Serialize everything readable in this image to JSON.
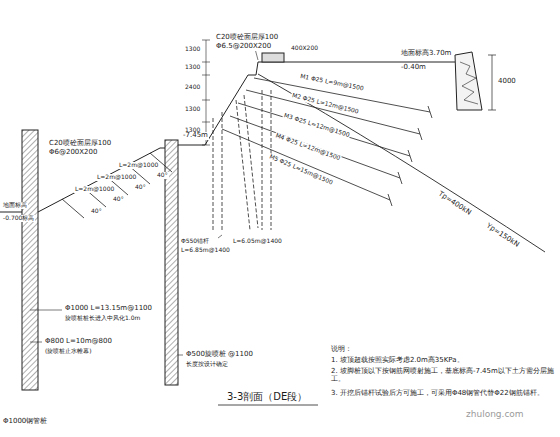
{
  "diagram": {
    "title": "3-3剖面（DE段）",
    "labels": [
      "C20喷砼面层厚100",
      "Φ6.5@200X200",
      "400X200",
      "地面标高3.70m",
      "-0.40m",
      "4000",
      "1300",
      "1300",
      "2400",
      "1300",
      "1300",
      "-7.45m",
      "M1 Φ25 L=9m@1500",
      "M2 Φ25 L=12m@1500",
      "M3 Φ25 L=12m@1500",
      "M4 Φ25 L=12m@1500",
      "M5 Φ25 L=15m@1500",
      "Tp=400kN",
      "Yp=150kN",
      "C20喷砼面层厚100",
      "Φ6@200X200",
      "40°",
      "L=2m@1000",
      "40°",
      "L=2m@1000",
      "40°",
      "L=2m@1000",
      "40°",
      "Φ1000 L=13.15m@1100",
      "旋喷桩桩长进入中风化1.0m",
      "Φ800 L=10m@800",
      "(旋喷桩止水帷幕)",
      "Φ500旋喷桩 @1100",
      "长度按设计确定",
      "Φ550锚杆",
      "L=6.85m@1400",
      "L=6.05m@1400",
      "地面标高",
      "-0.700标高",
      "Φ1000钢管桩",
      "说明：",
      "1. 坡顶超载按照实际考虑2.0m高35KPa。",
      "2. 坡脚桩顶以下按钢筋网喷射施工，基底标高-7.45m以下土方需分层施工。",
      "3. 开挖后锚杆试验后方可施工，可采用Φ48钢管代替Φ22钢筋锚杆。",
      "zhulong.com"
    ]
  }
}
